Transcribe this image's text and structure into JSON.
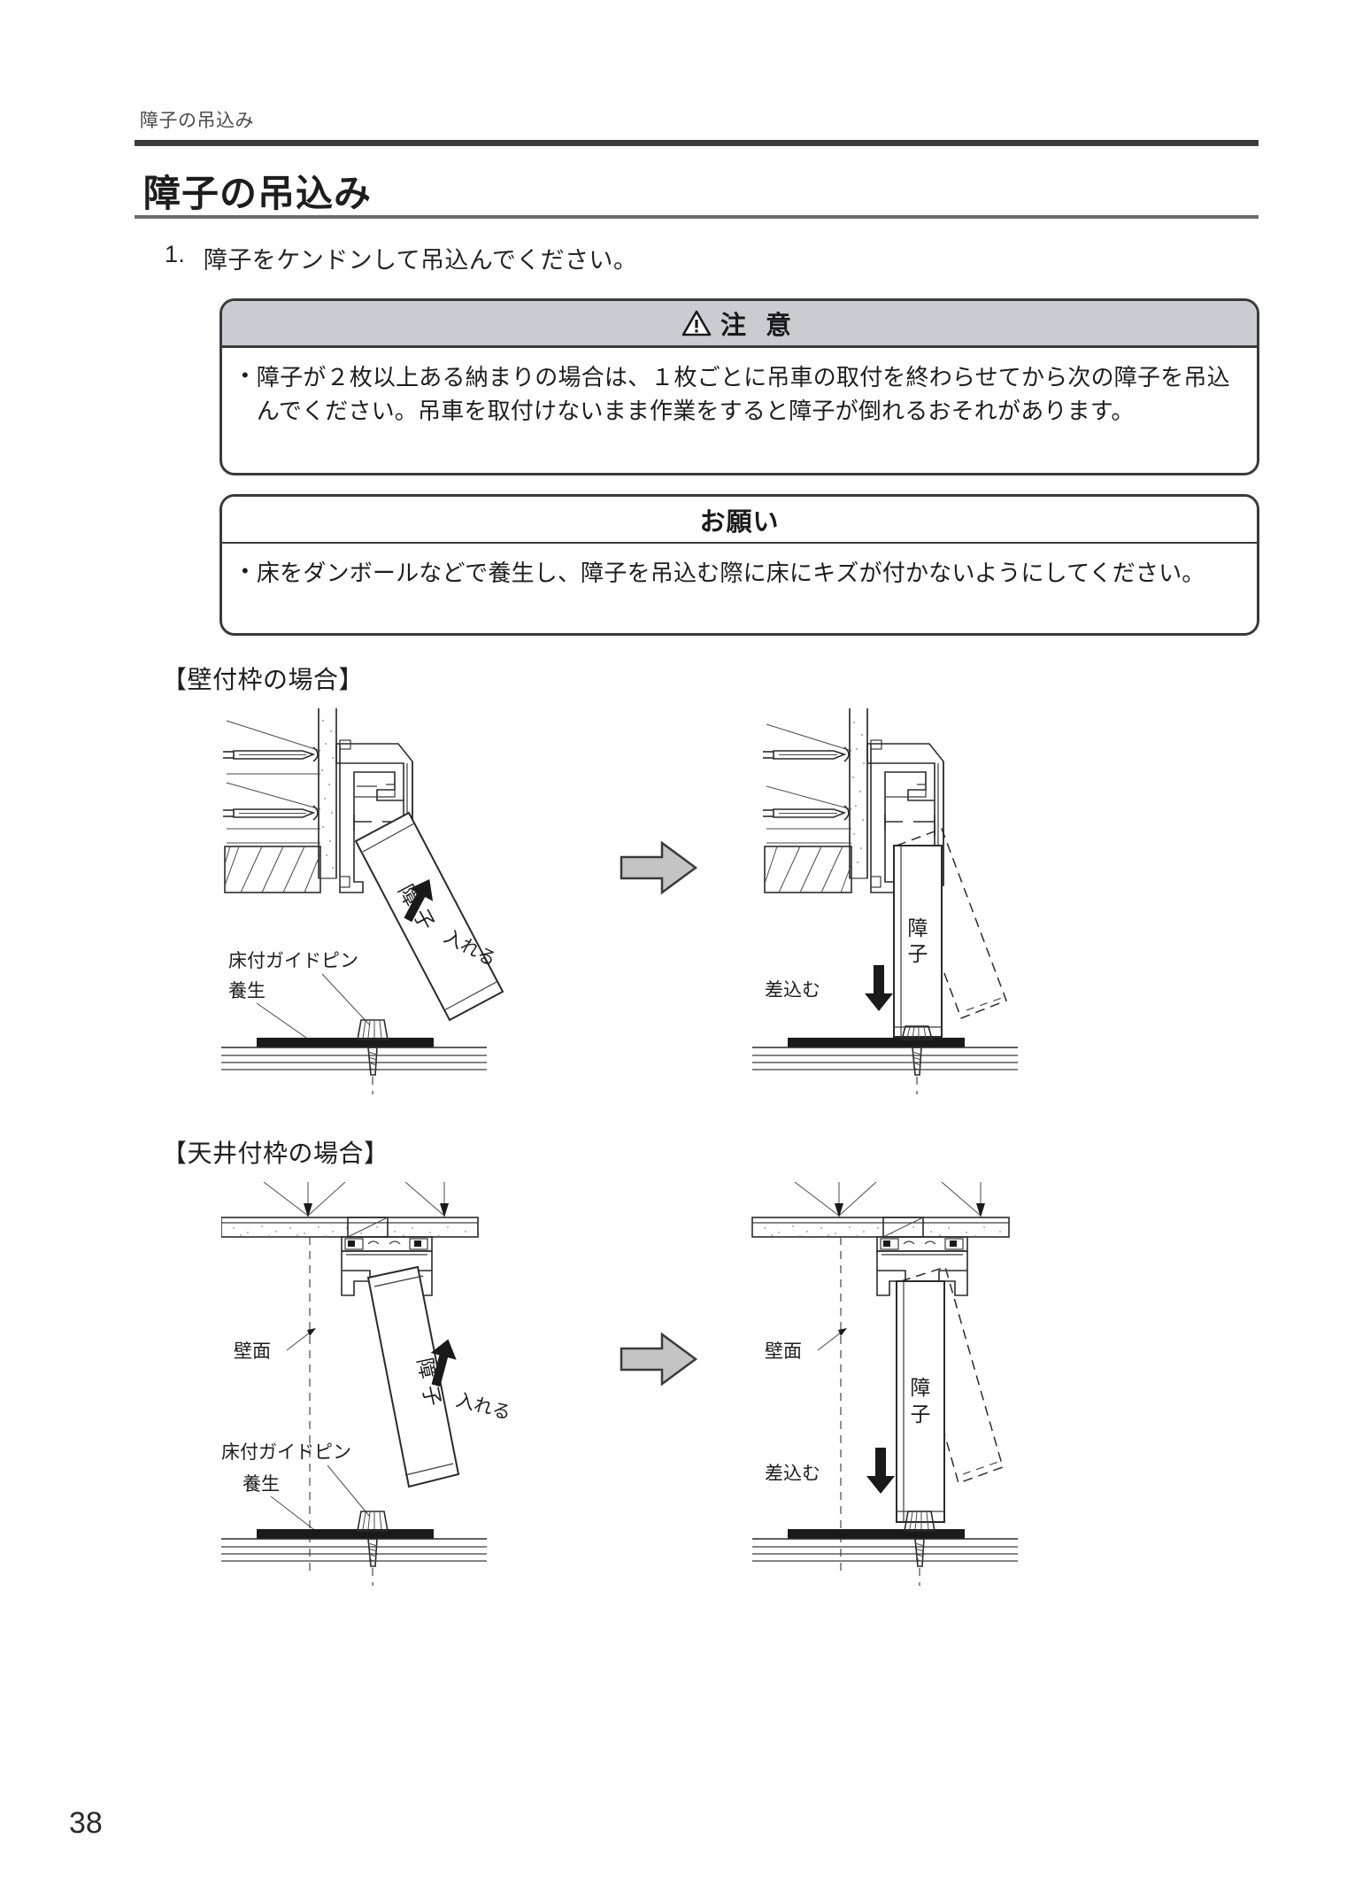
{
  "header": {
    "running_head": "障子の吊込み",
    "title": "障子の吊込み"
  },
  "step": {
    "number": "1.",
    "text": "障子をケンドンして吊込んでください。"
  },
  "caution_box": {
    "icon": "warning-triangle-icon",
    "heading": "注 意",
    "bullet": "•",
    "body": "障子が２枚以上ある納まりの場合は、１枚ごとに吊車の取付を終わらせてから次の障子を吊込んでください。吊車を取付けないまま作業をすると障子が倒れるおそれがあります。"
  },
  "request_box": {
    "heading": "お願い",
    "bullet": "•",
    "body": "床をダンボールなどで養生し、障子を吊込む際に床にキズが付かないようにしてください。"
  },
  "sections": [
    {
      "label": "【壁付枠の場合】",
      "left_figure": {
        "panel_label": "障子",
        "action_label": "入れる",
        "guide_pin_label": "床付ガイドピン",
        "protection_label": "養生"
      },
      "transition_arrow": "right-arrow-icon",
      "right_figure": {
        "panel_label": "障子",
        "action_label": "差込む"
      }
    },
    {
      "label": "【天井付枠の場合】",
      "left_figure": {
        "wall_label": "壁面",
        "panel_label": "障子",
        "action_label": "入れる",
        "guide_pin_label": "床付ガイドピン",
        "protection_label": "養生"
      },
      "transition_arrow": "right-arrow-icon",
      "right_figure": {
        "wall_label": "壁面",
        "panel_label": "障子",
        "action_label": "差込む"
      }
    }
  ],
  "footer": {
    "page_number": "38"
  },
  "colors": {
    "rule_dark": "#3b3b3b",
    "rule_light": "#6b6b6b",
    "caution_header_bg": "#c9cdd1",
    "box_border": "#3a3a3a",
    "arrow_fill": "#c4c4c4",
    "text": "#1d1d1d"
  }
}
